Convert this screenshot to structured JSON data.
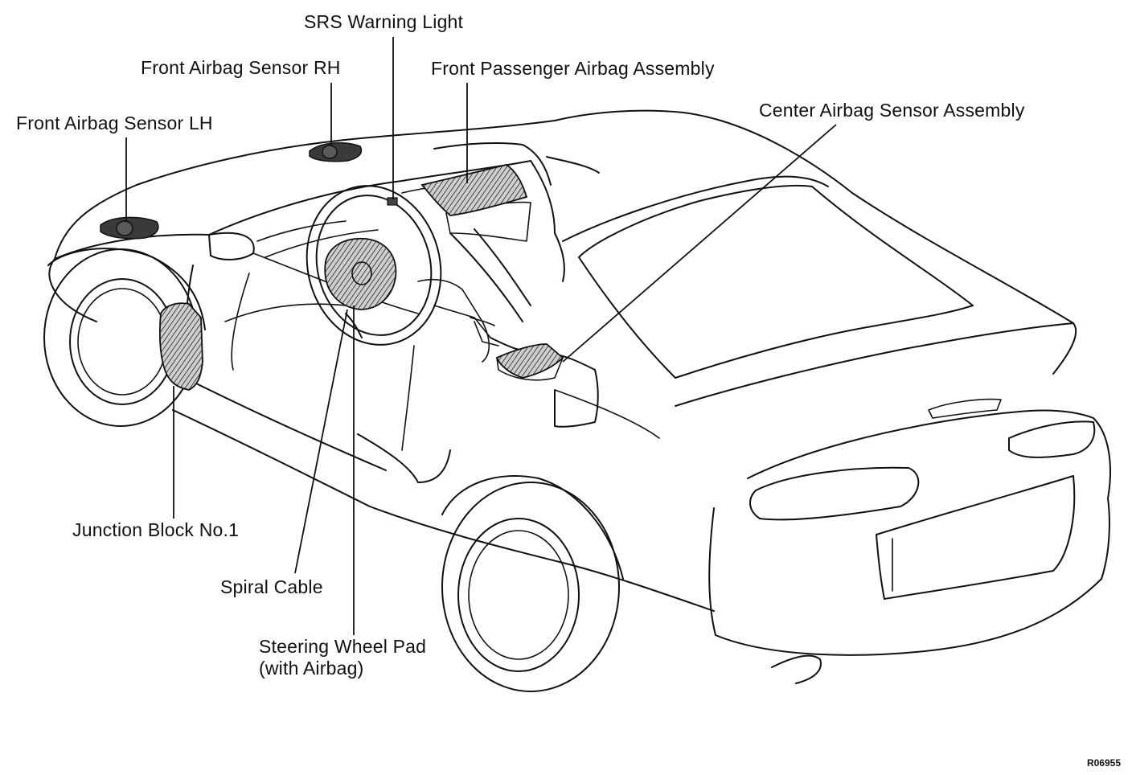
{
  "labels": {
    "srs_warning_light": "SRS Warning Light",
    "front_airbag_sensor_rh": "Front Airbag Sensor RH",
    "front_passenger_airbag_assembly": "Front Passenger Airbag Assembly",
    "front_airbag_sensor_lh": "Front Airbag Sensor LH",
    "center_airbag_sensor_assembly": "Center Airbag Sensor Assembly",
    "junction_block_no1": "Junction Block No.1",
    "spiral_cable": "Spiral Cable",
    "steering_wheel_pad_line1": "Steering Wheel Pad",
    "steering_wheel_pad_line2": "(with Airbag)"
  },
  "figure_code": "R06955"
}
